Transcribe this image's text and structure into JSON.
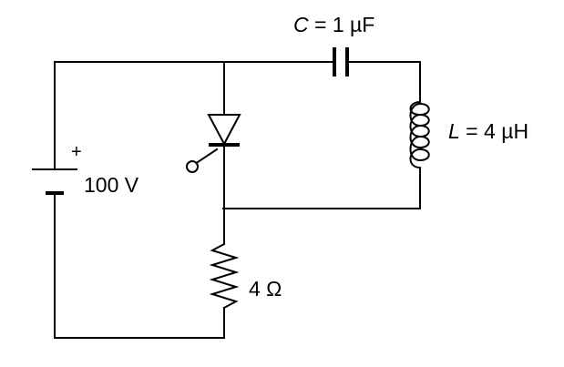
{
  "capacitor": {
    "symbol": "C",
    "value": " = 1 µF"
  },
  "inductor": {
    "symbol": "L",
    "value": " = 4 µH"
  },
  "source": {
    "polarity": "+",
    "value": "100 V"
  },
  "resistor": {
    "value": "4 Ω"
  }
}
